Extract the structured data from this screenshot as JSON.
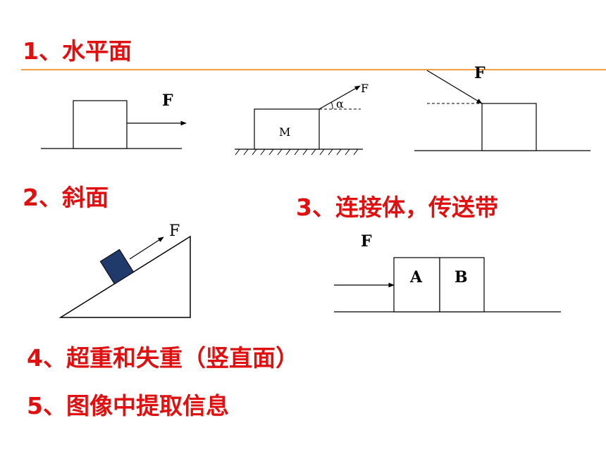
{
  "headings": {
    "h1": "1、水平面",
    "h2": "2、斜面",
    "h3": "3、连接体，传送带",
    "h4": "4、超重和失重（竖直面）",
    "h5": "5、图像中提取信息"
  },
  "diagrams": {
    "horizontal_pull": {
      "force_label": "F"
    },
    "angled_pull": {
      "block_label": "M",
      "force_label": "F",
      "angle_label": "α"
    },
    "angled_push": {
      "force_label": "F"
    },
    "incline": {
      "force_label": "F"
    },
    "connected": {
      "force_label": "F",
      "block_a": "A",
      "block_b": "B"
    }
  },
  "colors": {
    "heading": "#e01010",
    "divider": "#f0a040",
    "incline_block": "#1f3a6b"
  }
}
